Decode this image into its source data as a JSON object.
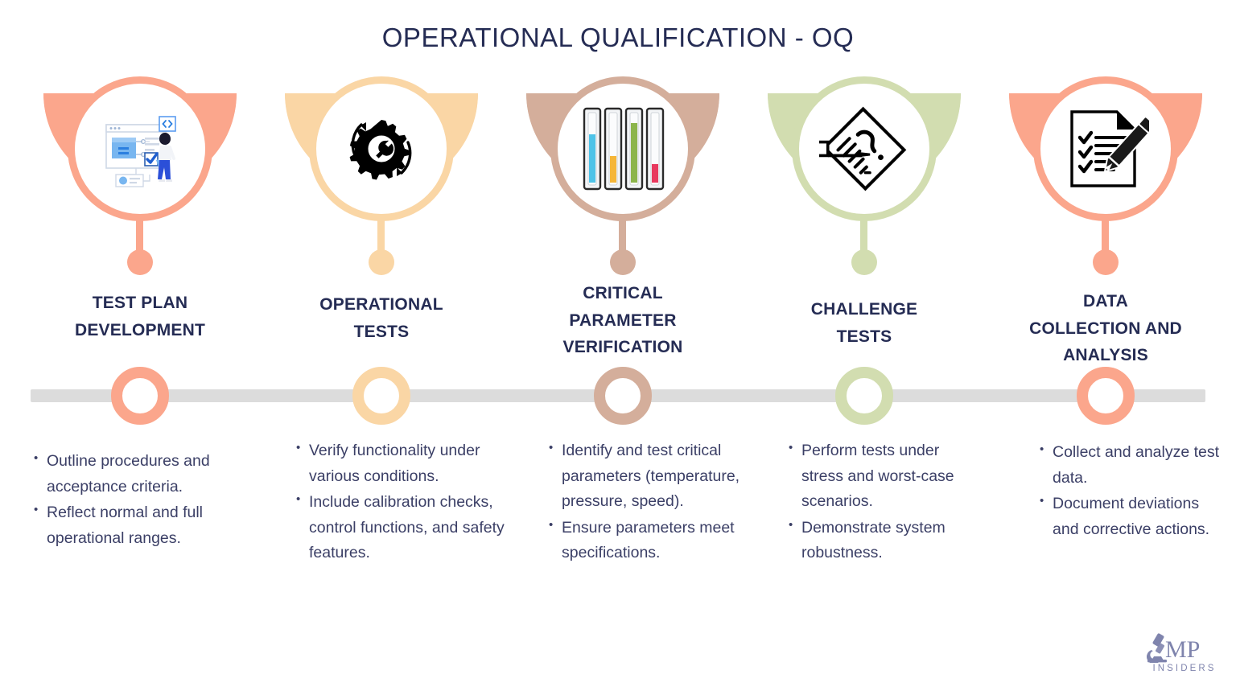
{
  "title": "OPERATIONAL QUALIFICATION - OQ",
  "theme": {
    "title_color": "#252c54",
    "text_color": "#3b3f66",
    "timeline_bar_color": "#dcdcdc",
    "background": "#ffffff"
  },
  "logo": {
    "brand": "GMP",
    "subtitle": "INSIDERS",
    "color": "#7f84ad",
    "icon": "microscope-icon"
  },
  "steps": [
    {
      "index": 1,
      "title": "TEST PLAN\nDEVELOPMENT",
      "title_lines": [
        "TEST PLAN",
        "DEVELOPMENT"
      ],
      "color": "#fba68c",
      "icon": "project-planning-illustration-icon",
      "bullets": [
        "Outline procedures and acceptance criteria.",
        "Reflect normal and full operational ranges."
      ]
    },
    {
      "index": 2,
      "title": "OPERATIONAL\nTESTS",
      "title_lines": [
        "OPERATIONAL",
        "TESTS"
      ],
      "color": "#fad6a5",
      "icon": "gear-wrench-cycle-icon",
      "bullets": [
        "Verify functionality under various conditions.",
        "Include calibration checks, control functions, and safety features."
      ]
    },
    {
      "index": 3,
      "title": "CRITICAL\nPARAMETER\nVERIFICATION",
      "title_lines": [
        "CRITICAL",
        "PARAMETER",
        "VERIFICATION"
      ],
      "color": "#d4ae9b",
      "icon": "parameter-gauges-icon",
      "bullets": [
        "Identify and test critical parameters (temperature, pressure, speed).",
        "Ensure parameters meet specifications."
      ]
    },
    {
      "index": 4,
      "title": "CHALLENGE\nTESTS",
      "title_lines": [
        "CHALLENGE",
        "TESTS"
      ],
      "color": "#d2ddb0",
      "icon": "document-pencil-question-icon",
      "bullets": [
        "Perform tests under stress and worst-case scenarios.",
        "Demonstrate system robustness."
      ]
    },
    {
      "index": 5,
      "title": "DATA\nCOLLECTION AND\nANALYSIS",
      "title_lines": [
        "DATA",
        "COLLECTION AND",
        "ANALYSIS"
      ],
      "color": "#fba68c",
      "icon": "checklist-pen-icon",
      "bullets": [
        "Collect and analyze test data.",
        "Document deviations and corrective actions."
      ]
    }
  ]
}
